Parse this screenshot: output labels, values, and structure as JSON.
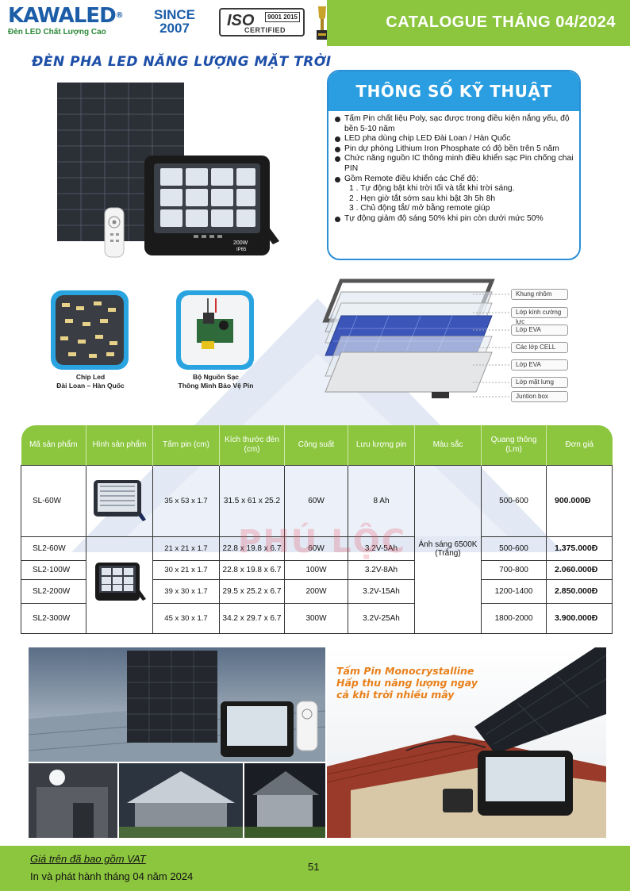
{
  "header": {
    "brand_name": "KAWALED",
    "brand_reg": "®",
    "brand_tagline": "Đèn LED Chất Lượng Cao",
    "since_label": "SINCE",
    "since_year": "2007",
    "iso_main": "ISO",
    "iso_standard": "9001 2015",
    "iso_cert": "CERTIFIED",
    "catalogue_title": "CATALOGUE THÁNG 04/2024",
    "accent_color": "#8cc63f"
  },
  "section_title": "ĐÈN PHA LED NĂNG LƯỢNG MẶT TRỜI",
  "product_label": {
    "power": "200W",
    "ip": "IP65"
  },
  "specs": {
    "title": "THÔNG SỐ KỸ THUẬT",
    "items": [
      "Tấm Pin chất liệu Poly, sạc được trong điều kiện nắng yếu, độ bền 5-10 năm",
      "LED pha dùng chip LED Đài Loan / Hàn Quốc",
      "Pin dự phòng Lithium Iron Phosphate có độ bền trên 5 năm",
      "Chức năng nguồn IC thông minh điều khiển sạc Pin chống chai PIN",
      "Gồm Remote điều khiển các Chế độ:",
      "Tự động giảm độ sáng 50% khi pin còn dưới mức 50%"
    ],
    "sub_items": [
      "1 . Tự động bật khi trời tối và tắt khi trời sáng.",
      "2 . Hẹn giờ tắt sớm sau khi bật 3h 5h 8h",
      "3 . Chủ động tắt/ mở bằng remote giúp"
    ]
  },
  "features": [
    {
      "caption_line1": "Chip Led",
      "caption_line2": "Đài Loan – Hàn Quốc"
    },
    {
      "caption_line1": "Bộ Nguồn Sạc",
      "caption_line2": "Thông Minh Bảo Vệ Pin"
    }
  ],
  "layers": [
    "Khung nhôm",
    "Lớp kính cường lực",
    "Lớp EVA",
    "Các lớp CELL",
    "Lớp EVA",
    "Lớp mặt lưng",
    "Juntion box"
  ],
  "table": {
    "headers": [
      "Mã sản phẩm",
      "Hình sản phẩm",
      "Tấm pin (cm)",
      "Kích thước đèn (cm)",
      "Công suất",
      "Lưu lượng pin",
      "Màu sắc",
      "Quang thông (Lm)",
      "Đơn giá"
    ],
    "color_value": "Ánh sáng 6500K (Trắng)",
    "rows": [
      {
        "code": "SL-60W",
        "panel": "35 x 53 x 1.7",
        "size": "31.5 x 61 x 25.2",
        "power": "60W",
        "battery": "8 Ah",
        "lumen": "500-600",
        "price": "900.000Đ"
      },
      {
        "code": "SL2-60W",
        "panel": "21 x 21 x 1.7",
        "size": "22.8 x 19.8 x 6.7",
        "power": "60W",
        "battery": "3.2V-5Ah",
        "lumen": "500-600",
        "price": "1.375.000Đ"
      },
      {
        "code": "SL2-100W",
        "panel": "30 x 21 x 1.7",
        "size": "22.8 x 19.8 x 6.7",
        "power": "100W",
        "battery": "3.2V-8Ah",
        "lumen": "700-800",
        "price": "2.060.000Đ"
      },
      {
        "code": "SL2-200W",
        "panel": "39 x 30 x 1.7",
        "size": "29.5 x 25.2 x 6.7",
        "power": "200W",
        "battery": "3.2V-15Ah",
        "lumen": "1200-1400",
        "price": "2.850.000Đ"
      },
      {
        "code": "SL2-300W",
        "panel": "45 x 30 x 1.7",
        "size": "34.2 x 29.7 x 6.7",
        "power": "300W",
        "battery": "3.2V-25Ah",
        "lumen": "1800-2000",
        "price": "3.900.000Đ"
      }
    ]
  },
  "watermark": "PHÚ LỘC",
  "promo": {
    "line1": "Tấm Pin Monocrystalline",
    "line2": "Hấp thu năng lượng ngay",
    "line3": "cả khi trời nhiều mây"
  },
  "footer": {
    "vat_note": "Giá trên đã bao gồm VAT",
    "issue_note": "In và phát hành tháng 04 năm 2024",
    "page_number": "51"
  }
}
